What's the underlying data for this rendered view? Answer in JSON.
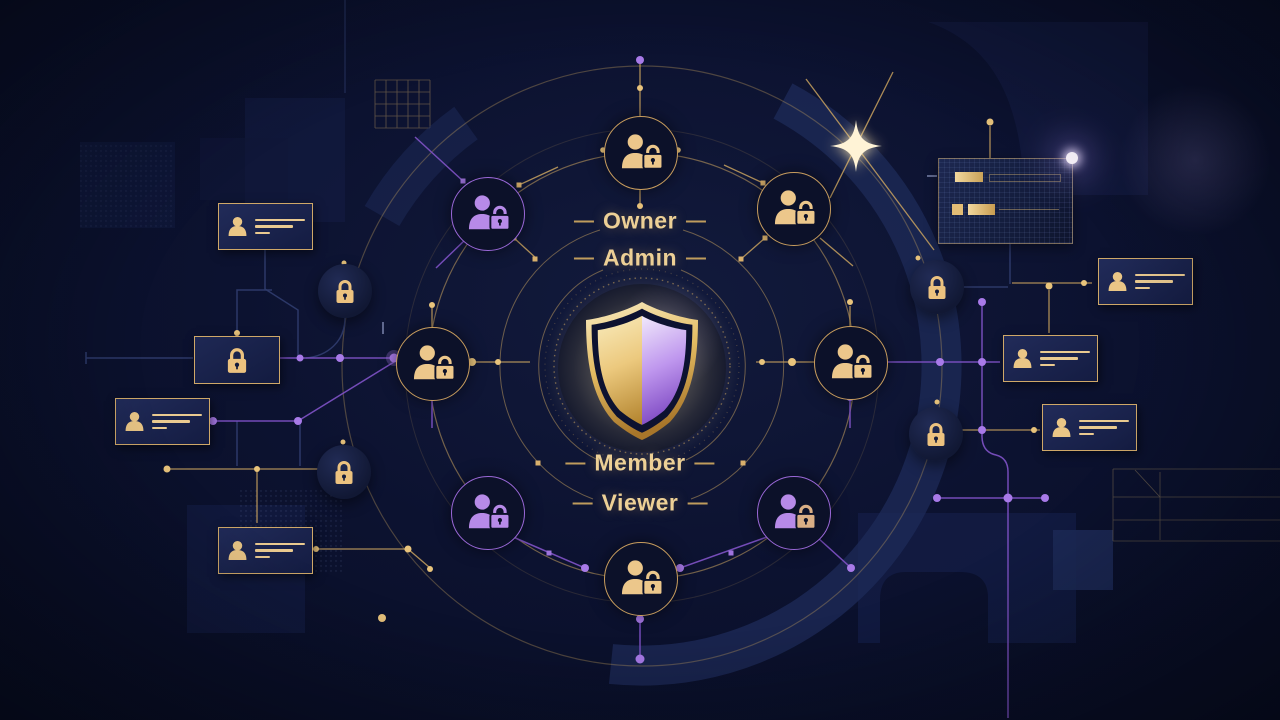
{
  "ring_labels": {
    "owner": "Owner",
    "admin": "Admin",
    "member": "Member",
    "viewer": "Viewer"
  },
  "colors": {
    "background": "#0c1230",
    "gold_line": "#c9a35f",
    "gold_bright": "#e9c47c",
    "gold_text": "#edd096",
    "purple_line": "#7b50c0",
    "purple_bright": "#a87ae8",
    "navy_trace": "#2c3868",
    "card_border": "#cfa868",
    "badge_gold": "#c89d5e",
    "badge_purple": "#9a68d8",
    "person_gold": "#ecc78b",
    "person_purple": "#b78ae8",
    "lock_tan": "#d9ae85",
    "shield_gold": "#e0b55e",
    "shield_purple": "#9c64d9"
  },
  "icons": {
    "center_icon": "shield-icon",
    "orbit_badge_icon": "user-lock-icon",
    "card_icon": "id-card-icon",
    "lock_icon": "lock-icon",
    "effect_icons": [
      "sparkle-icon",
      "glow-dot-icon"
    ]
  }
}
